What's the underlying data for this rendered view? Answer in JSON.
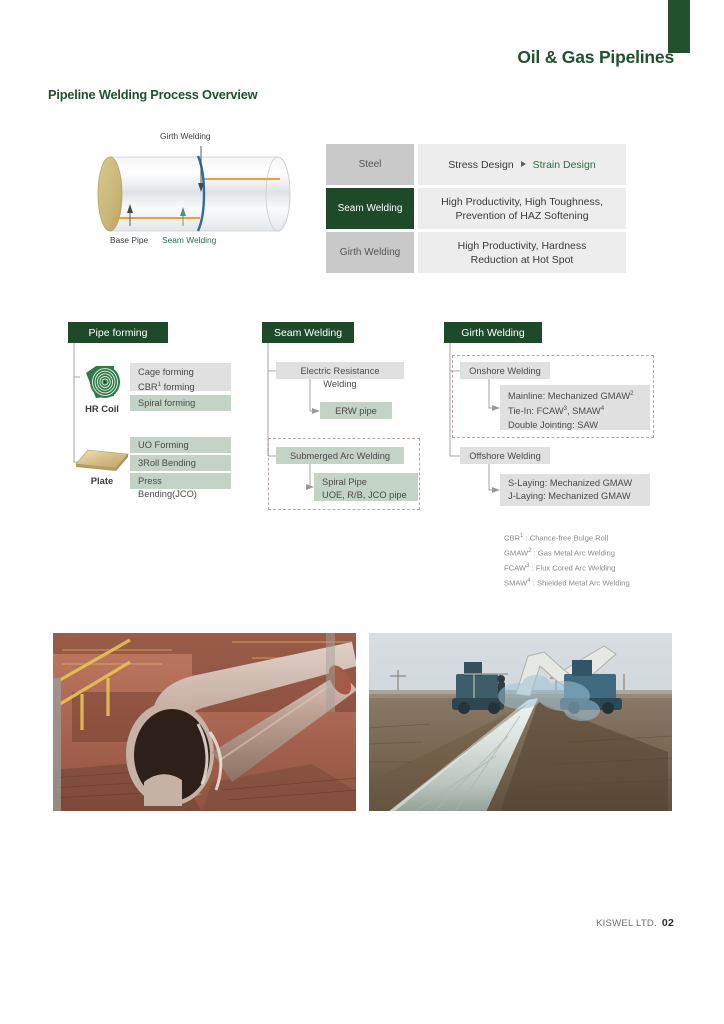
{
  "header": {
    "title": "Oil & Gas Pipelines",
    "section_title": "Pipeline Welding Process Overview",
    "accent_color": "#23502f"
  },
  "pipe_figure": {
    "girth_label": "Girth Welding",
    "base_label": "Base Pipe",
    "seam_label": "Seam Welding",
    "seam_color": "#2f6b4f",
    "girth_weld_color": "#2e6ca4",
    "seam_weld_color": "#e8a13a"
  },
  "properties_table": {
    "rows": [
      {
        "key": "Steel",
        "highlight": false,
        "value_parts": [
          "Stress Design",
          "Strain Design"
        ],
        "value_plain": "Stress Design ► Strain Design"
      },
      {
        "key": "Seam Welding",
        "highlight": true,
        "line1": "High Productivity, High Toughness,",
        "line2": "Prevention of HAZ Softening"
      },
      {
        "key": "Girth Welding",
        "highlight": false,
        "line1": "High Productivity, Hardness",
        "line2": "Reduction at Hot Spot"
      }
    ]
  },
  "flow": {
    "columns": [
      {
        "id": "pipe-forming",
        "label": "Pipe forming"
      },
      {
        "id": "seam-welding",
        "label": "Seam Welding"
      },
      {
        "id": "girth-welding",
        "label": "Girth Welding"
      }
    ],
    "pipe_forming": {
      "hr_coil_label": "HR Coil",
      "plate_label": "Plate",
      "cage_line1": "Cage forming",
      "cage_line2_pre": "CBR",
      "cage_line2_sup": "1",
      "cage_line2_post": " forming",
      "spiral": "Spiral forming",
      "uo": "UO Forming",
      "roll3": "3Roll Bending",
      "press": "Press Bending(JCO)"
    },
    "seam_welding": {
      "erw_process": "Electric Resistance Welding",
      "erw_product": "ERW pipe",
      "saw_process": "Submerged Arc Welding",
      "saw_product_line1": "Spiral Pipe",
      "saw_product_line2": "UOE, R/B, JCO pipe"
    },
    "girth_welding": {
      "onshore": "Onshore Welding",
      "onshore_line1_pre": "Mainline: Mechanized GMAW",
      "onshore_line1_sup": "2",
      "onshore_line2_pre": "Tie-In: FCAW",
      "onshore_line2_sup": "3",
      "onshore_line2_mid": ", SMAW",
      "onshore_line2_sup2": "4",
      "onshore_line3": "Double Jointing: SAW",
      "offshore": "Offshore Welding",
      "offshore_line1": "S-Laying: Mechanized GMAW",
      "offshore_line2": "J-Laying: Mechanized GMAW"
    }
  },
  "footnotes": [
    {
      "term": "CBR",
      "sup": "1",
      "def": " : Chance-free Bulge Roll"
    },
    {
      "term": "GMAW",
      "sup": "2",
      "def": " : Gas Metal Arc Welding"
    },
    {
      "term": "FCAW",
      "sup": "3",
      "def": " : Flux Cored Arc Welding"
    },
    {
      "term": "SMAW",
      "sup": "4",
      "def": " : Shielded Metal Arc Welding"
    }
  ],
  "photos": [
    {
      "id": "photo-pipe-fabrication-yard",
      "caption": ""
    },
    {
      "id": "photo-field-pipeline-welding",
      "caption": ""
    }
  ],
  "footer": {
    "company": "KISWEL LTD.",
    "page_number": "02"
  }
}
